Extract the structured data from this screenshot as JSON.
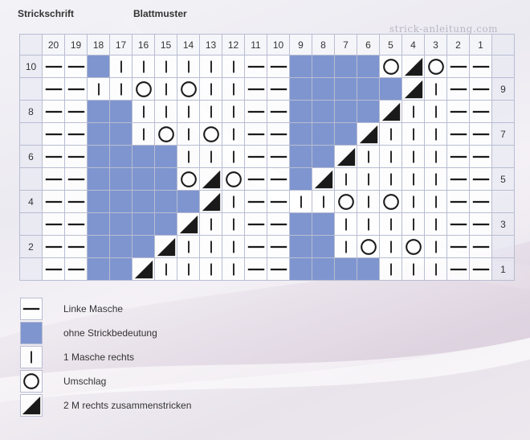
{
  "header": {
    "title_left": "Strickschrift",
    "title_center": "Blattmuster",
    "watermark": "strick-anleitung.com"
  },
  "chart": {
    "column_numbers": [
      "20",
      "19",
      "18",
      "17",
      "16",
      "15",
      "14",
      "13",
      "12",
      "11",
      "10",
      "9",
      "8",
      "7",
      "6",
      "5",
      "4",
      "3",
      "2",
      "1"
    ],
    "rows": [
      {
        "left": "10",
        "right": "",
        "cells": "--B||||||--BBBBOKO--"
      },
      {
        "left": "",
        "right": "9",
        "cells": "--||O|O||--BBBBBK|--"
      },
      {
        "left": "8",
        "right": "",
        "cells": "--BB|||||--BBBBK||--"
      },
      {
        "left": "",
        "right": "7",
        "cells": "--BB|O|O|--BBBK|||--"
      },
      {
        "left": "6",
        "right": "",
        "cells": "--BBBB|||--BBK||||--"
      },
      {
        "left": "",
        "right": "5",
        "cells": "--BBBBOKO--BK|||||--"
      },
      {
        "left": "4",
        "right": "",
        "cells": "--BBBBBK|--||O|O||--"
      },
      {
        "left": "",
        "right": "3",
        "cells": "--BBBBK||--BB|||||--"
      },
      {
        "left": "2",
        "right": "",
        "cells": "--BBBK|||--BB|O|O|--"
      },
      {
        "left": "",
        "right": "1",
        "cells": "--BBK||||--BBBB|||--"
      }
    ],
    "symbol_key": {
      "-": "purl",
      "B": "no-stitch",
      "|": "knit",
      "O": "yarn-over",
      "K": "k2tog"
    },
    "blank_color": "#7f95cf"
  },
  "legend": [
    {
      "symbol": "purl",
      "label": "Linke Masche"
    },
    {
      "symbol": "no-stitch",
      "label": "ohne Strickbedeutung"
    },
    {
      "symbol": "knit",
      "label": "1 Masche rechts"
    },
    {
      "symbol": "yarn-over",
      "label": "Umschlag"
    },
    {
      "symbol": "k2tog",
      "label": "2 M rechts zusammenstricken"
    }
  ]
}
